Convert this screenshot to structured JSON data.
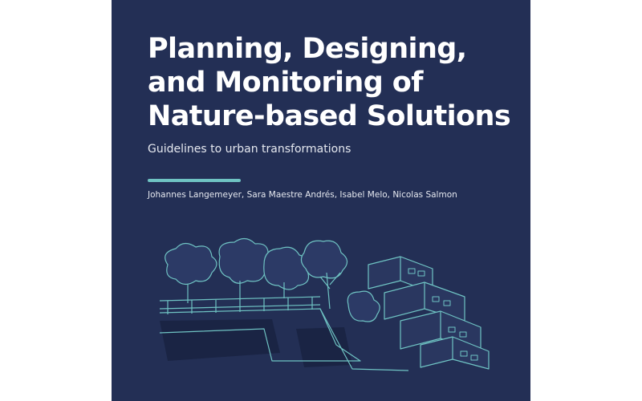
{
  "cover": {
    "title_lines": [
      "Planning, Designing,",
      "and Monitoring of",
      "Nature-based Solutions"
    ],
    "subtitle": "Guidelines to urban transformations",
    "authors": "Johannes Langemeyer, Sara Maestre Andrés, Isabel Melo, Nicolas Salmon"
  },
  "colors": {
    "background": "#232f55",
    "accent": "#6fc3c3",
    "title_text": "#ffffff"
  },
  "illustration": {
    "icon": "urban-nature-illustration"
  }
}
